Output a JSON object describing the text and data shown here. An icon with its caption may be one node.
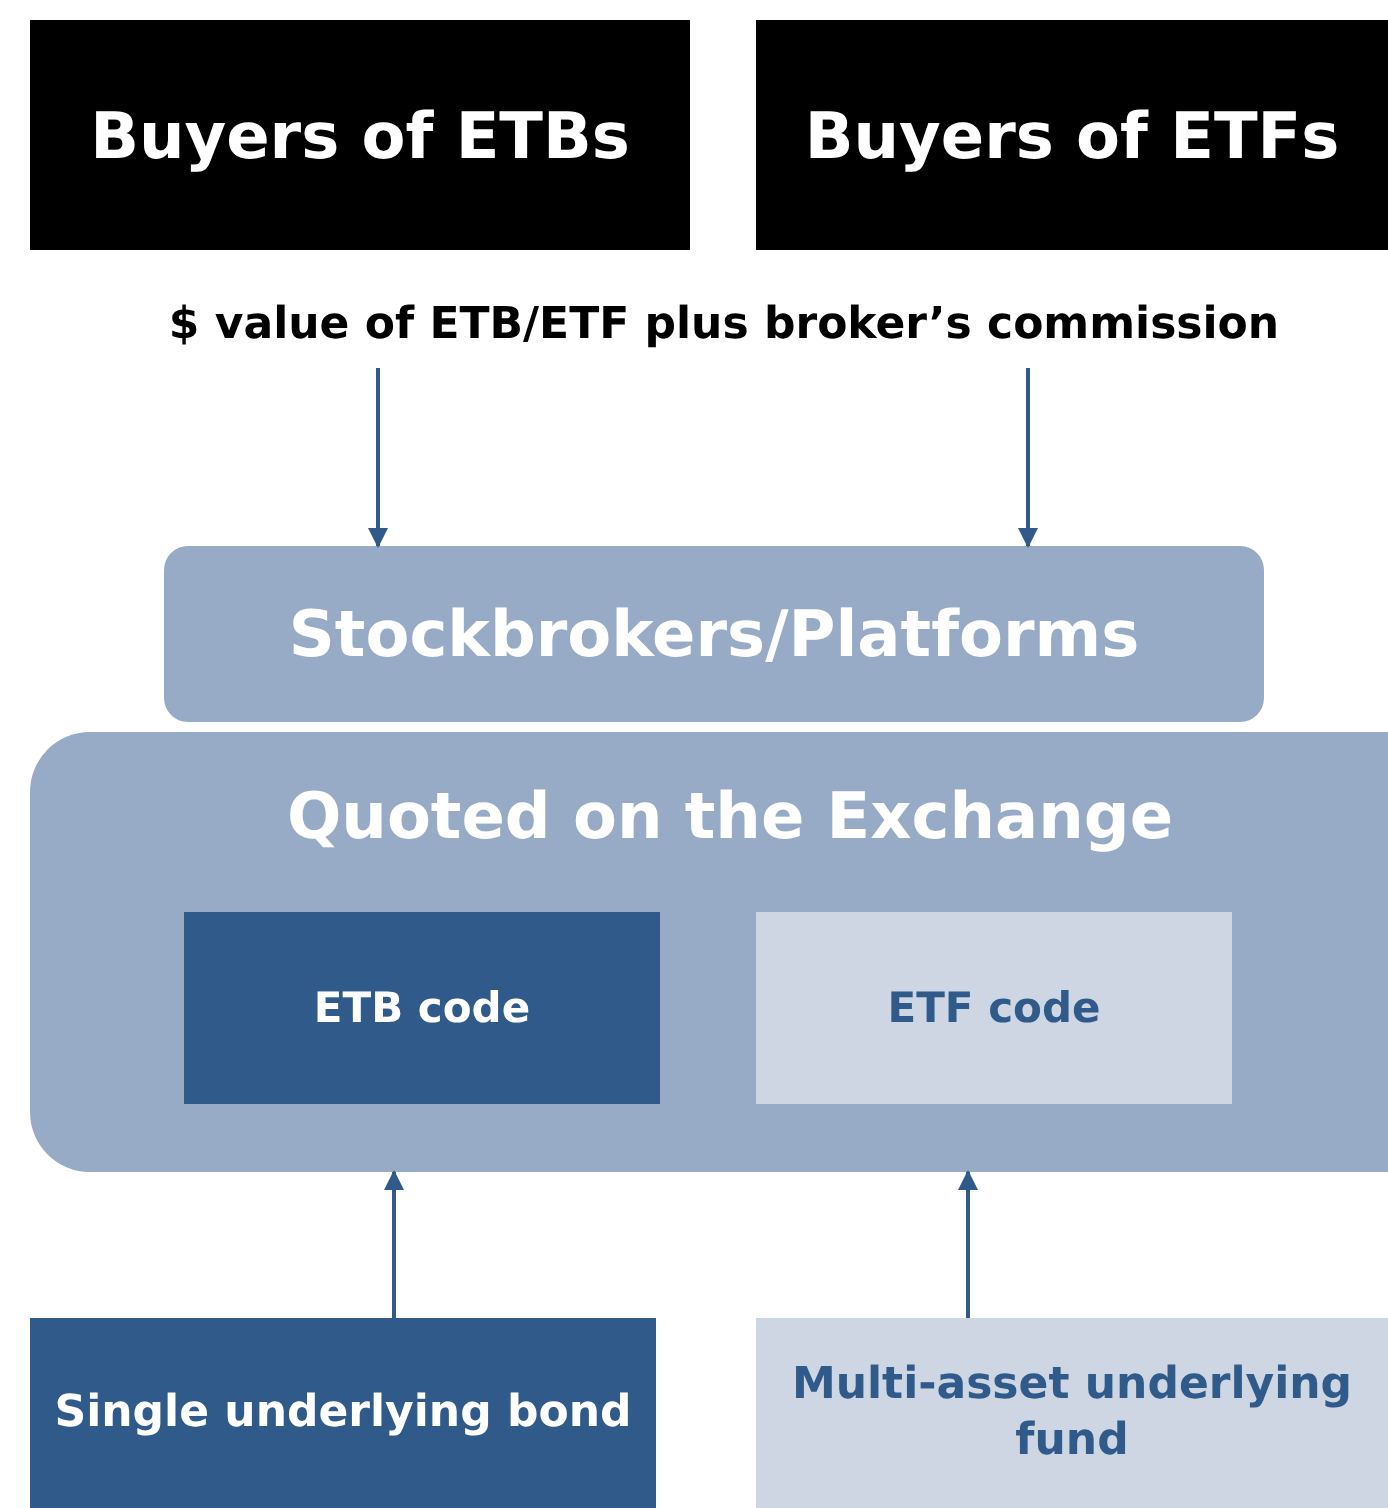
{
  "diagram": {
    "nodes": [
      {
        "text": [
          "Buyers of ETBs"
        ]
      },
      {
        "text": [
          "Buyers of ETFs"
        ]
      },
      {
        "text": [
          "$ value of ETB/ETF plus broker’s commission"
        ]
      },
      {
        "text": [
          "Stockbrokers/Platforms"
        ]
      },
      {
        "text": [
          "Quoted on the Exchange"
        ]
      },
      {
        "text": [
          "ETB code"
        ],
        "in": 4
      },
      {
        "text": [
          "ETF code"
        ],
        "in": 4
      },
      {
        "text": [
          "Single underlying bond"
        ]
      },
      {
        "text": [
          "Multi-asset underlying fund"
        ]
      }
    ],
    "edges": [
      {
        "from": 2,
        "to": 3,
        "arrow": "to"
      },
      {
        "from": 2,
        "to": 3,
        "arrow": "to"
      },
      {
        "from": 7,
        "to": 4,
        "arrow": "to"
      },
      {
        "from": 8,
        "to": 4,
        "arrow": "to"
      }
    ]
  }
}
